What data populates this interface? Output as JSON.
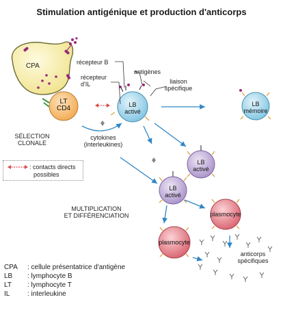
{
  "title": "Stimulation antigénique et production d'anticorps",
  "labels": {
    "cpa": "CPA",
    "lt_line1": "LT",
    "lt_line2": "CD4",
    "lb": "LB",
    "active": "activé",
    "memoire": "mémoire",
    "plasmocyte": "plasmocyte",
    "recepteur_b": "récepteur B",
    "recepteur_il_1": "récepteur",
    "recepteur_il_2": "d'IL",
    "antigenes": "antigènes",
    "liaison_1": "liaison",
    "liaison_2": "spécifique",
    "selection_1": "SÉLECTION",
    "selection_2": "CLONALE",
    "cytokines_1": "cytokines",
    "cytokines_2": "(interleukines)",
    "contacts_1": ": contacts directs",
    "contacts_2": "possibles",
    "multiplication_1": "MULTIPLICATION",
    "multiplication_2": "ET DIFFÉRENCIATION",
    "anticorps_1": "anticorps",
    "anticorps_2": "spécifiques"
  },
  "legend": [
    {
      "abbr": "CPA",
      "text": ": cellule présentatrice d'antigène"
    },
    {
      "abbr": "LB",
      "text": ": lymphocyte B"
    },
    {
      "abbr": "LT",
      "text": ": lymphocyte T"
    },
    {
      "abbr": "IL",
      "text": ": interleukine"
    }
  ],
  "colors": {
    "cpa_fill": "#f6efb0",
    "lt_fill": "#f7c27a",
    "lb_active_fill": "#a9d9ec",
    "lb_memoire_fill": "#a9d9ec",
    "lb_purple_fill": "#c9b8dd",
    "plasmocyte_fill": "#e8909a",
    "arrow": "#2f86c6",
    "antigen": "#9b2a7a",
    "receptor": "#e0a040",
    "contact_arrow": "#d94a4a"
  }
}
